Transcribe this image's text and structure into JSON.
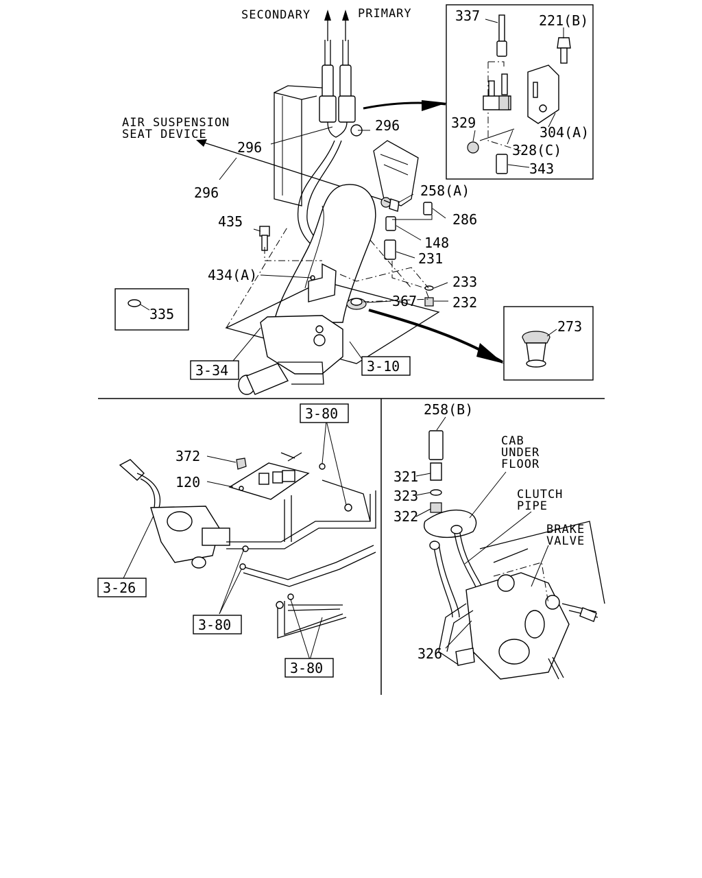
{
  "annotations": {
    "secondary": "SECONDARY",
    "primary": "PRIMARY",
    "air_suspension_line1": "AIR SUSPENSION",
    "air_suspension_line2": "SEAT DEVICE",
    "cab_line1": "CAB",
    "cab_line2": "UNDER",
    "cab_line3": "FLOOR",
    "clutch_line1": "CLUTCH",
    "clutch_line2": "PIPE",
    "brake_line1": "BRAKE",
    "brake_line2": "VALVE"
  },
  "part_numbers": {
    "p337": "337",
    "p221b": "221(B)",
    "p329": "329",
    "p304a": "304(A)",
    "p328c": "328(C)",
    "p343": "343",
    "p296a": "296",
    "p296b": "296",
    "p296c": "296",
    "p258a": "258(A)",
    "p286": "286",
    "p435": "435",
    "p148": "148",
    "p231": "231",
    "p434a": "434(A)",
    "p233": "233",
    "p367": "367",
    "p232": "232",
    "p335": "335",
    "p273": "273",
    "p372": "372",
    "p120": "120",
    "p258b": "258(B)",
    "p321": "321",
    "p323": "323",
    "p322": "322",
    "p326": "326"
  },
  "references": {
    "r334": "3-34",
    "r310": "3-10",
    "r380a": "3-80",
    "r326": "3-26",
    "r380b": "3-80",
    "r380c": "3-80"
  }
}
